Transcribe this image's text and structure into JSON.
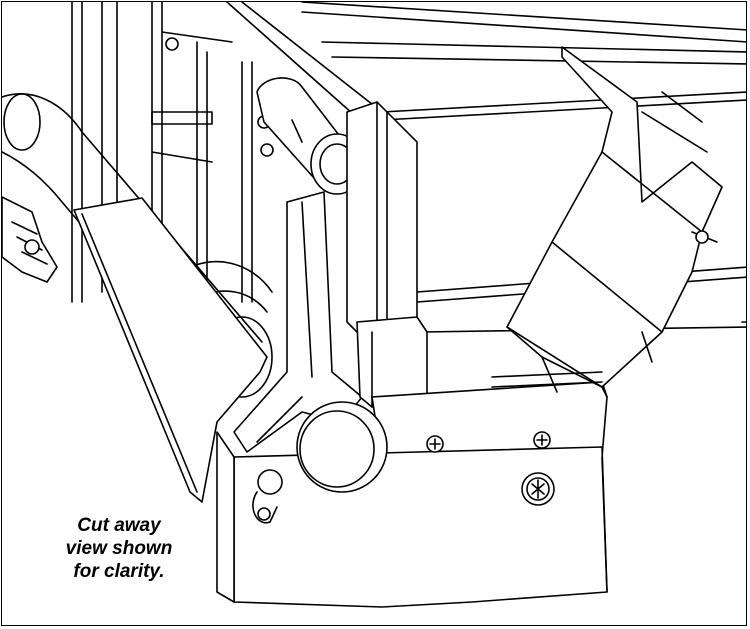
{
  "caption": {
    "lines": [
      "Cut away",
      "view shown",
      "for clarity."
    ]
  },
  "colors": {
    "stroke": "#000000",
    "fill": "#ffffff",
    "shade": "#d9d9d9"
  }
}
